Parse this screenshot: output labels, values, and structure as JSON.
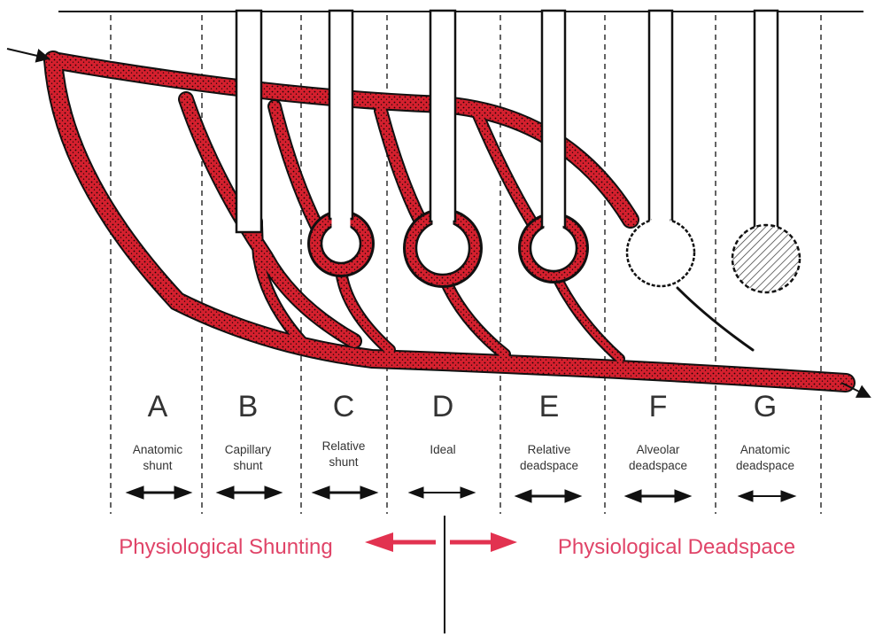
{
  "columns": [
    {
      "letter": "A",
      "line1": "Anatomic",
      "line2": "shunt"
    },
    {
      "letter": "B",
      "line1": "Capillary",
      "line2": "shunt"
    },
    {
      "letter": "C",
      "line1": "Relative",
      "line2": "shunt"
    },
    {
      "letter": "D",
      "line1": "Ideal",
      "line2": ""
    },
    {
      "letter": "E",
      "line1": "Relative",
      "line2": "deadspace"
    },
    {
      "letter": "F",
      "line1": "Alveolar",
      "line2": "deadspace"
    },
    {
      "letter": "G",
      "line1": "Anatomic",
      "line2": "deadspace"
    }
  ],
  "left_label": "Physiological Shunting",
  "right_label": "Physiological Deadspace",
  "colors": {
    "vessel": "#d5202e",
    "label": "#e04468",
    "ink": "#111111",
    "text": "#333333"
  }
}
